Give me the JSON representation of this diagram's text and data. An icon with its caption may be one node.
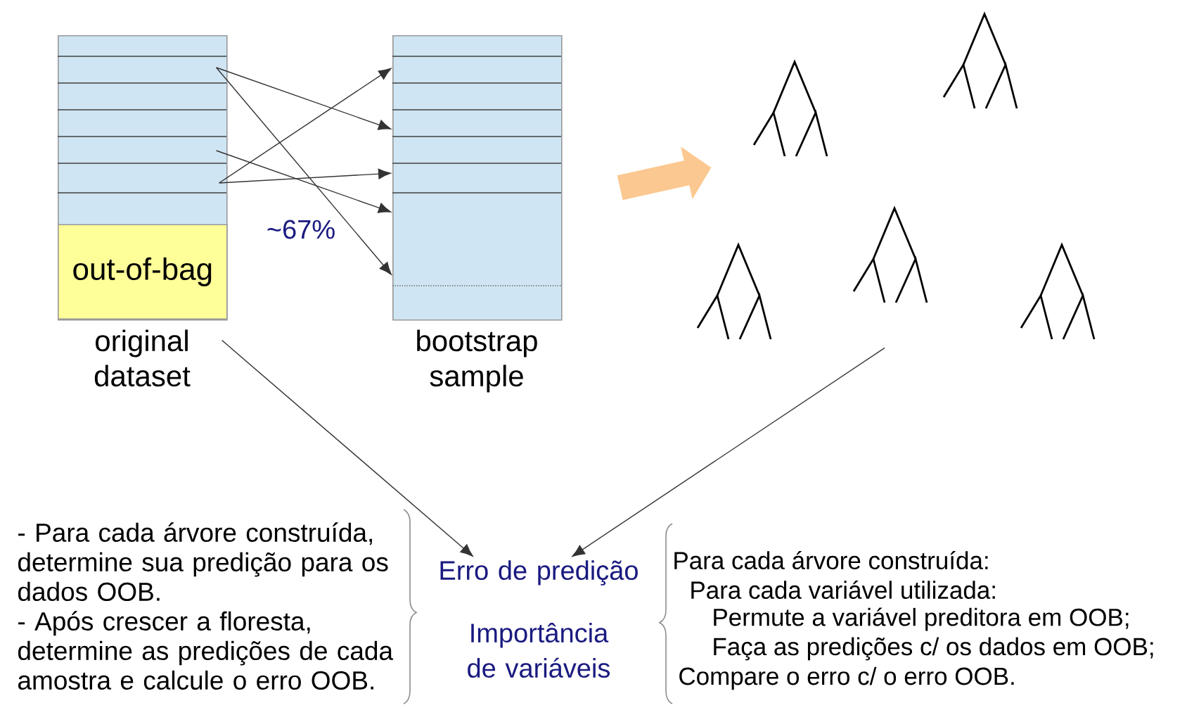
{
  "diagram": {
    "nodes": [
      {
        "text": [],
        "shape": "box",
        "beside": [
          "original dataset"
        ]
      },
      {
        "text": [
          "out-of-bag"
        ],
        "in": 0
      },
      {
        "text": [],
        "shape": "box",
        "beside": [
          "bootstrap sample"
        ]
      },
      {
        "text": [],
        "shape": "picture"
      },
      {
        "text": [],
        "shape": "picture"
      },
      {
        "text": [],
        "shape": "picture"
      },
      {
        "text": [],
        "shape": "picture"
      },
      {
        "text": [],
        "shape": "picture"
      },
      {
        "text": [
          "Erro de predição"
        ]
      },
      {
        "text": [
          "Importância de variáveis"
        ]
      }
    ],
    "edges": [
      {
        "from": 0,
        "to": 2,
        "arrow": "to"
      },
      {
        "from": 0,
        "to": 2,
        "arrow": "to"
      },
      {
        "from": 0,
        "to": 2,
        "arrow": "to"
      },
      {
        "from": 0,
        "to": 2,
        "arrow": "to"
      },
      {
        "from": 0,
        "to": 2,
        "arrow": "to"
      },
      {
        "from": 2,
        "to": 3,
        "arrow": "to",
        "style": "thick",
        "color": "#fbc891"
      },
      {
        "from": 0,
        "to": 8,
        "arrow": "to"
      },
      {
        "from": 6,
        "to": 8,
        "arrow": "to"
      }
    ],
    "labels": [
      "~67%",
      "- Para cada árvore construída, determine sua predição para os dados OOB.",
      "-  Após crescer a floresta, determine as predições de cada amostra e calcule o erro OOB.",
      "Para cada árvore construída:",
      "Para cada variável utilizada:",
      "Permute a variável preditora em OOB;",
      "Faça as predições c/ os dados em OOB;",
      "Compare o erro c/ o erro OOB."
    ]
  }
}
